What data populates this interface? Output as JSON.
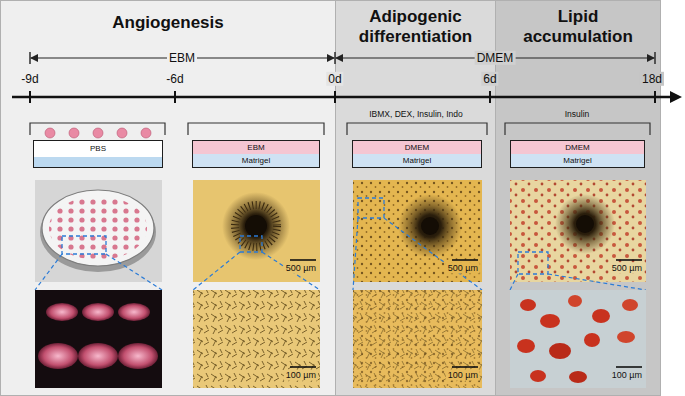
{
  "diagram": {
    "nodes": [
      {
        "text": [
          "Angiogenesis"
        ]
      },
      {
        "text": [
          "Adipogenic differentiation"
        ]
      },
      {
        "text": [
          "Lipid accumulation"
        ]
      },
      {
        "text": [
          "PBS"
        ],
        "in": 0
      },
      {
        "text": [
          "EBM",
          "Matrigel"
        ],
        "in": 0
      },
      {
        "text": [
          "DMEM",
          "Matrigel"
        ],
        "in": 1
      },
      {
        "text": [
          "DMEM",
          "Matrigel"
        ],
        "in": 2
      }
    ],
    "labels": [
      "EBM",
      "DMEM",
      "-9d",
      "-6d",
      "0d",
      "6d",
      "18d",
      "IBMX, DEX, Insulin, Indo",
      "Insulin",
      "500 µm",
      "100 µm",
      "500 µm",
      "100 µm",
      "500 µm",
      "100 µm"
    ]
  }
}
